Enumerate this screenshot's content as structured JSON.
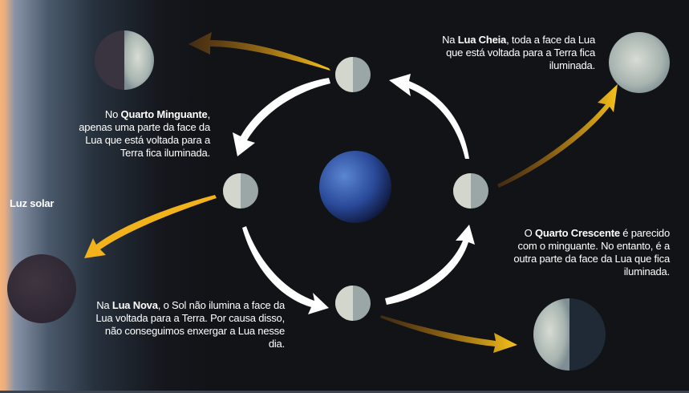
{
  "labels": {
    "sunlight": "Luz solar",
    "waning": {
      "pre": "No ",
      "bold": "Quarto Minguante",
      "post": ", apenas uma parte da face da Lua que está voltada para a Terra fica iluminada."
    },
    "full": {
      "pre": "Na ",
      "bold": "Lua Cheia",
      "post": ", toda a face da Lua que está voltada para a Terra fica iluminada."
    },
    "waxing": {
      "pre": "O ",
      "bold": "Quarto Crescente",
      "post": " é parecido com o minguante. No entanto, é a outra parte da face da Lua que fica iluminada."
    },
    "new": {
      "pre": "Na ",
      "bold": "Lua Nova",
      "post": ", o Sol não ilumina a face da Lua voltada para a Terra. Por causa disso, não conseguimos enxergar a Lua nesse dia."
    }
  },
  "colors": {
    "background": "#121317",
    "sunlight": "#f4b27a",
    "arrow_orange": "#f2b21c",
    "arrow_white": "#ffffff",
    "earth": "#2d4fa0"
  }
}
